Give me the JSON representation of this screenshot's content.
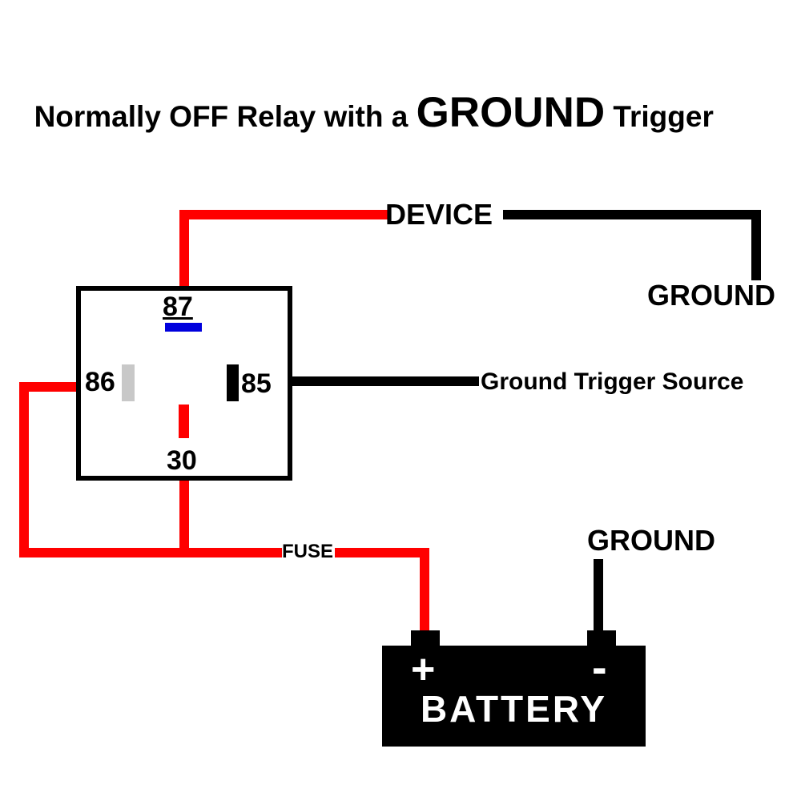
{
  "title": {
    "prefix": "Normally OFF Relay with a ",
    "emphasis": "GROUND",
    "suffix": " Trigger"
  },
  "relay": {
    "pins": {
      "pin87": "87",
      "pin86": "86",
      "pin85": "85",
      "pin30": "30"
    }
  },
  "labels": {
    "device": "DEVICE",
    "ground_top_right": "GROUND",
    "ground_trigger_source": "Ground Trigger Source",
    "fuse": "FUSE",
    "ground_bottom": "GROUND",
    "battery": "BATTERY",
    "battery_positive": "+",
    "battery_negative": "-"
  },
  "colors": {
    "wire_power": "#ff0000",
    "wire_ground": "#000000",
    "pin87_indicator": "#0000dd",
    "pin86_indicator": "#c8c8c8",
    "pin85_indicator": "#000000",
    "pin30_indicator": "#ff0000",
    "battery_fill": "#000000",
    "battery_text": "#ffffff"
  }
}
